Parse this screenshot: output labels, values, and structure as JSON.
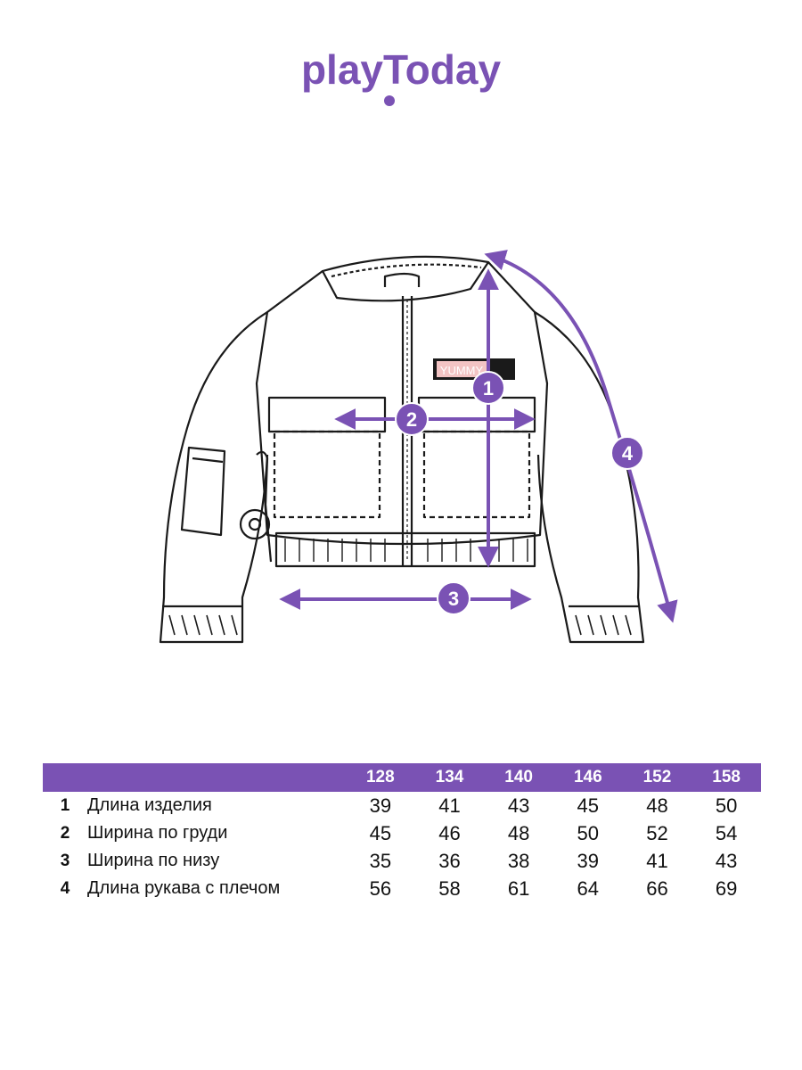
{
  "brand": {
    "name": "playToday",
    "color": "#7a52b4"
  },
  "figure": {
    "badge_text": "YUMMY",
    "markers": [
      "1",
      "2",
      "3",
      "4"
    ],
    "accent": "#7a52b4"
  },
  "table": {
    "sizes": [
      "128",
      "134",
      "140",
      "146",
      "152",
      "158"
    ],
    "rows": [
      {
        "num": "1",
        "label": "Длина изделия",
        "values": [
          "39",
          "41",
          "43",
          "45",
          "48",
          "50"
        ]
      },
      {
        "num": "2",
        "label": "Ширина по груди",
        "values": [
          "45",
          "46",
          "48",
          "50",
          "52",
          "54"
        ]
      },
      {
        "num": "3",
        "label": "Ширина по низу",
        "values": [
          "35",
          "36",
          "38",
          "39",
          "41",
          "43"
        ]
      },
      {
        "num": "4",
        "label": "Длина рукава с плечом",
        "values": [
          "56",
          "58",
          "61",
          "64",
          "66",
          "69"
        ]
      }
    ]
  }
}
